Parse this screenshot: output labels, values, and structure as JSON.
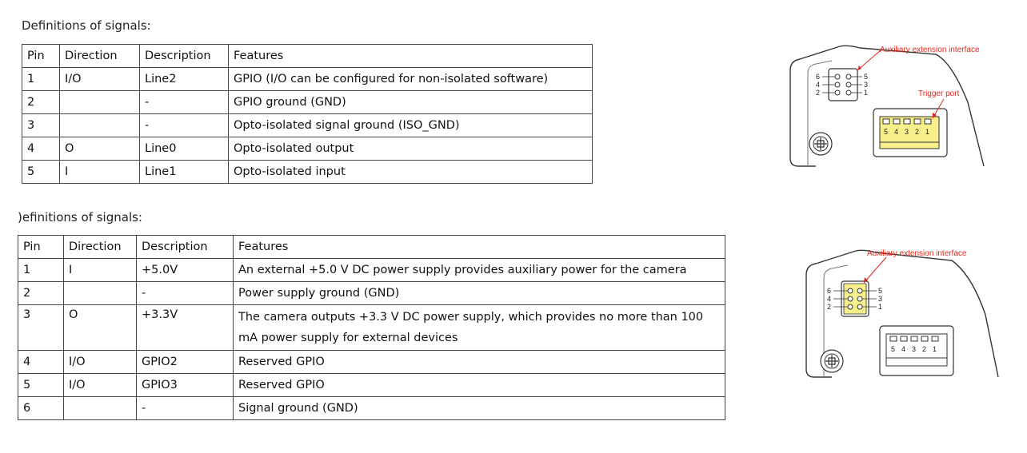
{
  "tables": [
    {
      "heading": "Definitions of signals:",
      "headers": [
        "Pin",
        "Direction",
        "Description",
        "Features"
      ],
      "rows": [
        [
          "1",
          "I/O",
          "Line2",
          "GPIO (I/O can be configured for non-isolated software)"
        ],
        [
          "2",
          "",
          "-",
          "GPIO ground (GND)"
        ],
        [
          "3",
          "",
          "-",
          "Opto-isolated signal ground (ISO_GND)"
        ],
        [
          "4",
          "O",
          "Line0",
          "Opto-isolated output"
        ],
        [
          "5",
          "I",
          "Line1",
          "Opto-isolated input"
        ]
      ]
    },
    {
      "heading": ")efinitions of signals:",
      "headers": [
        "Pin",
        "Direction",
        "Description",
        "Features"
      ],
      "rows": [
        [
          "1",
          "I",
          "+5.0V",
          "An external +5.0 V DC power supply provides auxiliary power for the camera"
        ],
        [
          "2",
          "",
          "-",
          "Power supply ground (GND)"
        ],
        [
          "3",
          "O",
          "+3.3V",
          "The camera outputs +3.3 V DC power supply, which provides no more than 100 mA power supply for external devices"
        ],
        [
          "4",
          "I/O",
          "GPIO2",
          "Reserved GPIO"
        ],
        [
          "5",
          "I/O",
          "GPIO3",
          "Reserved GPIO"
        ],
        [
          "6",
          "",
          "-",
          "Signal ground (GND)"
        ]
      ]
    }
  ],
  "diagrams": [
    {
      "aux_label": "Auxiliary extension interface",
      "trigger_label": "Trigger port",
      "aux_pins_left": [
        "6",
        "4",
        "2"
      ],
      "aux_pins_right": [
        "5",
        "3",
        "1"
      ],
      "trigger_pins": [
        "5",
        "4",
        "3",
        "2",
        "1"
      ],
      "highlight_color": "#f7ef8a",
      "annotation_color": "#e0261b"
    },
    {
      "aux_label": "Auxiliary extension interface",
      "aux_pins_left": [
        "6",
        "4",
        "2"
      ],
      "aux_pins_right": [
        "5",
        "3",
        "1"
      ],
      "trigger_pins": [
        "5",
        "4",
        "3",
        "2",
        "1"
      ],
      "highlight_color": "#f7ef8a",
      "annotation_color": "#e0261b"
    }
  ]
}
